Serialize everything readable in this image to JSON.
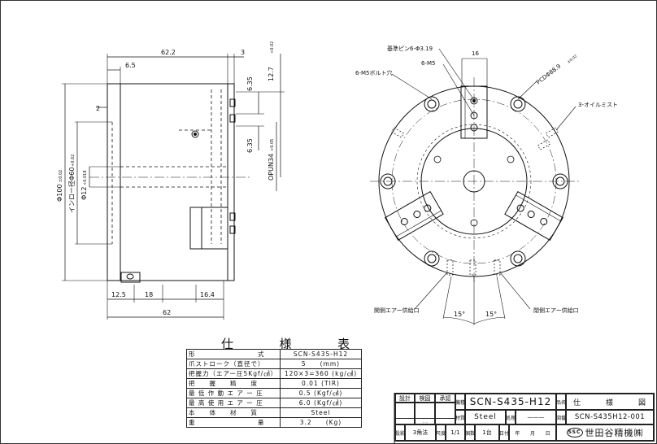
{
  "side_view": {
    "dim_total_width": "62.2",
    "dim_right_step": "3",
    "dim_left_step": "6.5",
    "dim_small_left": "2",
    "dim_upper_port": "6.35",
    "dim_lower_port": "6.35",
    "dim_height_right": "12.7",
    "dim_height_right_tol": "+0.02",
    "dim_opun": "OPUN34",
    "dim_opun_tol": "+0.05",
    "dim_outer_dia": "Φ100",
    "dim_outer_dia_tol": "±0.02",
    "dim_inlow": "インロー径Φ60",
    "dim_inlow_tol": "+0.02",
    "dim_bore": "Φ12",
    "dim_bore_tol": "+0.018",
    "dim_bottom_left": "12.5",
    "dim_bottom_mid": "18",
    "dim_bottom_right": "16.4",
    "dim_bottom_total": "62"
  },
  "front_view": {
    "label_pin": "基準ピン6-Φ3.19",
    "label_m5": "6-M5",
    "label_m5_bolt": "6-M5ボルト穴",
    "label_width": "16",
    "label_pcd": "PCDΦ88.9",
    "label_pcd_tol": "±0.02",
    "label_oil_mist": "3-オイルミスト",
    "label_open_air": "開側エアー供給口",
    "label_close_air": "閉側エアー供給口",
    "angle_left": "15°",
    "angle_right": "15°"
  },
  "spec_table": {
    "title_chars": [
      "仕",
      "様",
      "表"
    ],
    "rows": [
      {
        "key": "形　　　　　　　　　式",
        "value": "SCN-S435-H12"
      },
      {
        "key": "爪ストローク（直径で）",
        "value": "5　　(mm)"
      },
      {
        "key": "把握力（エアー圧5Kgf/㎠）",
        "value": "120×3=360 (kg/㎠)"
      },
      {
        "key": "把　　握　　精　　度",
        "value": "0.01 (TIR)"
      },
      {
        "key": "最 低 作 動 エ ア ー 圧",
        "value": "0.5 (Kgf/㎠)"
      },
      {
        "key": "最 高 使 用 エ ア ー 圧",
        "value": "6.0 (Kgf/㎠)"
      },
      {
        "key": "本　　体　　材　　質",
        "value": "Steel"
      },
      {
        "key": "重　　　　　　　　　量",
        "value": "3.2　　(Kg)"
      }
    ]
  },
  "title_block": {
    "design": "設計",
    "check": "検図",
    "approve": "承認",
    "dots": ".  .",
    "model_label": "機種",
    "model": "SCN-S435-H12",
    "material_label": "材質",
    "material": "Steel",
    "treatment_label": "処理",
    "treatment": "———",
    "name_label": "品名",
    "name": "仕　　　様　　　図",
    "drawing_no_label": "図番",
    "drawing_no": "SCN-S435H12-001",
    "projection_label": "投影",
    "projection": "3角法",
    "scale_label": "尺度",
    "scale": "1/1",
    "qty_label": "個数",
    "qty": "1台",
    "date_label": "日付",
    "date_year": "年",
    "date_month": "月",
    "date_day": "日",
    "company": "世田谷精機㈱",
    "company_mark": "SSC"
  }
}
